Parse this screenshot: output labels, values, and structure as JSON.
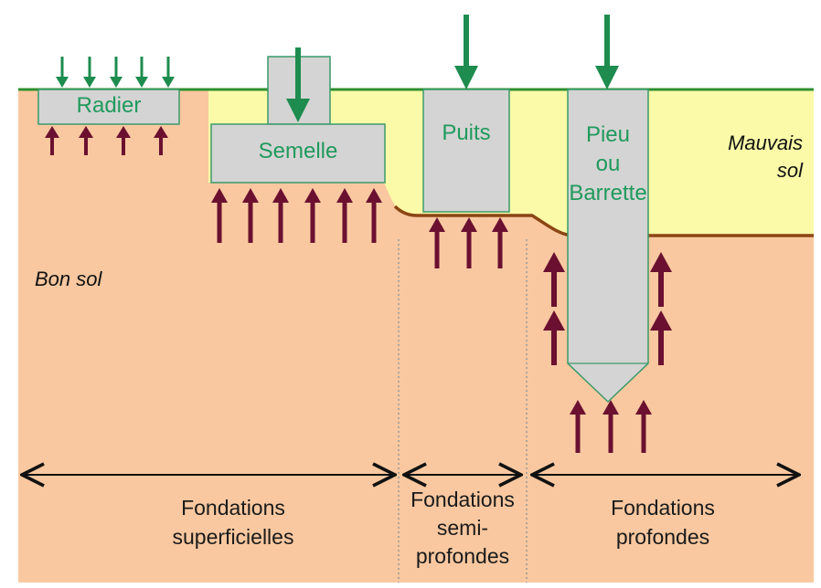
{
  "colors": {
    "good_soil": "#f9c8a0",
    "bad_soil": "#fafaa8",
    "ground_line": "#2f8f2f",
    "boundary": "#8b4513",
    "element_fill": "#d4d4d4",
    "element_stroke": "#3a9a6a",
    "load_arrow": "#1d8c4e",
    "reaction_arrow": "#6b1030",
    "divider": "#999999",
    "dimension": "#111111",
    "label_green": "#1f9a5c"
  },
  "elements": {
    "radier": "Radier",
    "semelle": "Semelle",
    "puits": "Puits",
    "pieu": [
      "Pieu",
      "ou",
      "Barrette"
    ]
  },
  "soils": {
    "bad": [
      "Mauvais",
      "sol"
    ],
    "good": "Bon sol"
  },
  "categories": {
    "superficial": [
      "Fondations",
      "superficielles"
    ],
    "semi_deep": [
      "Fondations",
      "semi-",
      "profondes"
    ],
    "deep": [
      "Fondations",
      "profondes"
    ]
  },
  "icons": [
    "load-arrow-icon",
    "reaction-arrow-icon",
    "dimension-arrow-icon"
  ]
}
